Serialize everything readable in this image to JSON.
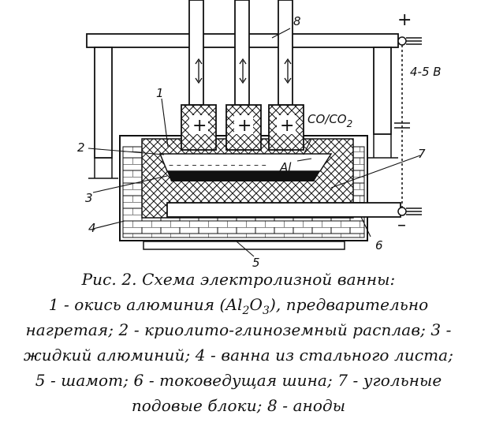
{
  "diagram": {
    "labels": {
      "n1": "1",
      "n2": "2",
      "n3": "3",
      "n4": "4",
      "n5": "5",
      "n6": "6",
      "n7": "7",
      "n8": "8",
      "gas": "CO/CO",
      "gas_sub": "2",
      "metal": "Al",
      "voltage": "4-5 В",
      "plus": "+",
      "minus": "–",
      "anode_sign": "+"
    },
    "electrolyte_dashes": "– – – – – – – – – – – – –"
  },
  "caption": {
    "title": "Рис. 2. Схема электролизной ванны:",
    "l1_a": "1 - окись алюминия (Al",
    "l1_sub1": "2",
    "l1_mid": "O",
    "l1_sub2": "3",
    "l1_b": "), предварительно",
    "l2": "нагретая; 2 - криолито-глиноземный расплав; 3 -",
    "l3": "жидкий алюминий; 4 - ванна из стального листа;",
    "l4": "5 - шамот; 6 - токоведущая шина; 7 - угольные",
    "l5": "подовые блоки; 8 - аноды"
  }
}
